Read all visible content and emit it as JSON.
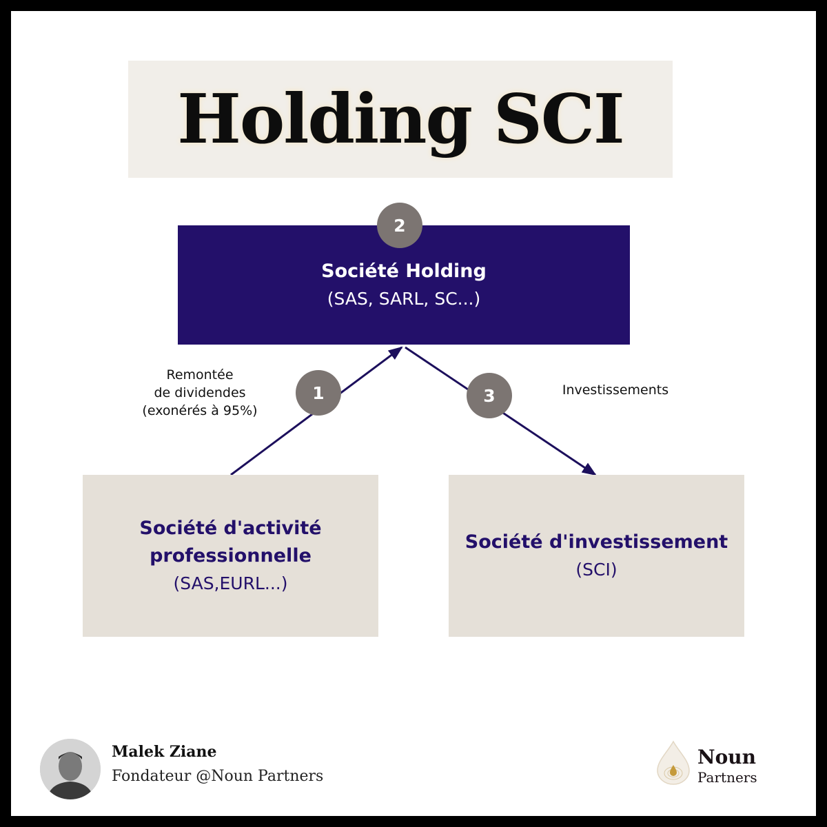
{
  "title": "Holding SCI",
  "holding": {
    "badge": "2",
    "name": "Société Holding",
    "sub": "(SAS, SARL, SC...)"
  },
  "activite": {
    "name": "Société d'activité professionnelle",
    "sub": "(SAS,EURL...)"
  },
  "investissement": {
    "name": "Société d'investissement",
    "sub": "(SCI)"
  },
  "flows": [
    {
      "badge": "1",
      "label_lines": [
        "Remontée",
        "de dividendes",
        "(exonérés à 95%)"
      ]
    },
    {
      "badge": "3",
      "label": "Investissements"
    }
  ],
  "author": {
    "name": "Malek Ziane",
    "role": "Fondateur @Noun Partners"
  },
  "logo": {
    "word1": "Noun",
    "word2": "Partners"
  },
  "colors": {
    "holding_bg": "#23106a",
    "box_bg": "#e5e0d8",
    "badge_bg": "#7c7572",
    "title_bg": "#f1eee9",
    "arrow": "#1c0f5c"
  }
}
